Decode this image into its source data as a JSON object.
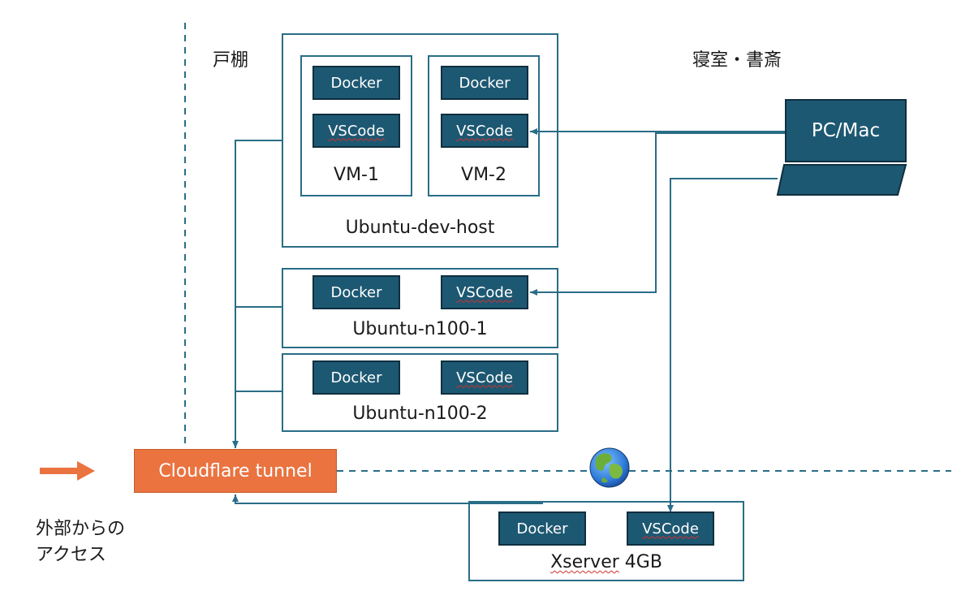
{
  "areas": {
    "left": "戸棚",
    "right": "寝室・書斎"
  },
  "ubuntu_dev_host": {
    "label": "Ubuntu-dev-host",
    "vm1": {
      "label": "VM-1",
      "docker": "Docker",
      "vscode": "VSCode"
    },
    "vm2": {
      "label": "VM-2",
      "docker": "Docker",
      "vscode": "VSCode"
    }
  },
  "n100_1": {
    "label": "Ubuntu-n100-1",
    "docker": "Docker",
    "vscode": "VSCode"
  },
  "n100_2": {
    "label": "Ubuntu-n100-2",
    "docker": "Docker",
    "vscode": "VSCode"
  },
  "pc": {
    "label": "PC/Mac"
  },
  "cloudflare": {
    "label": "Cloudflare tunnel"
  },
  "external": {
    "line1": "外部からの",
    "line2": "アクセス"
  },
  "xserver": {
    "label_main": "Xserver",
    "label_size": " 4GB",
    "docker": "Docker",
    "vscode": "VSCode"
  },
  "globe": {
    "icon": "globe-icon"
  },
  "colors": {
    "box_fill": "#1d5872",
    "frame_stroke": "#2a6d87",
    "line": "#2a6d87",
    "cloudflare": "#ea7340",
    "arrow_external": "#ea7340"
  }
}
